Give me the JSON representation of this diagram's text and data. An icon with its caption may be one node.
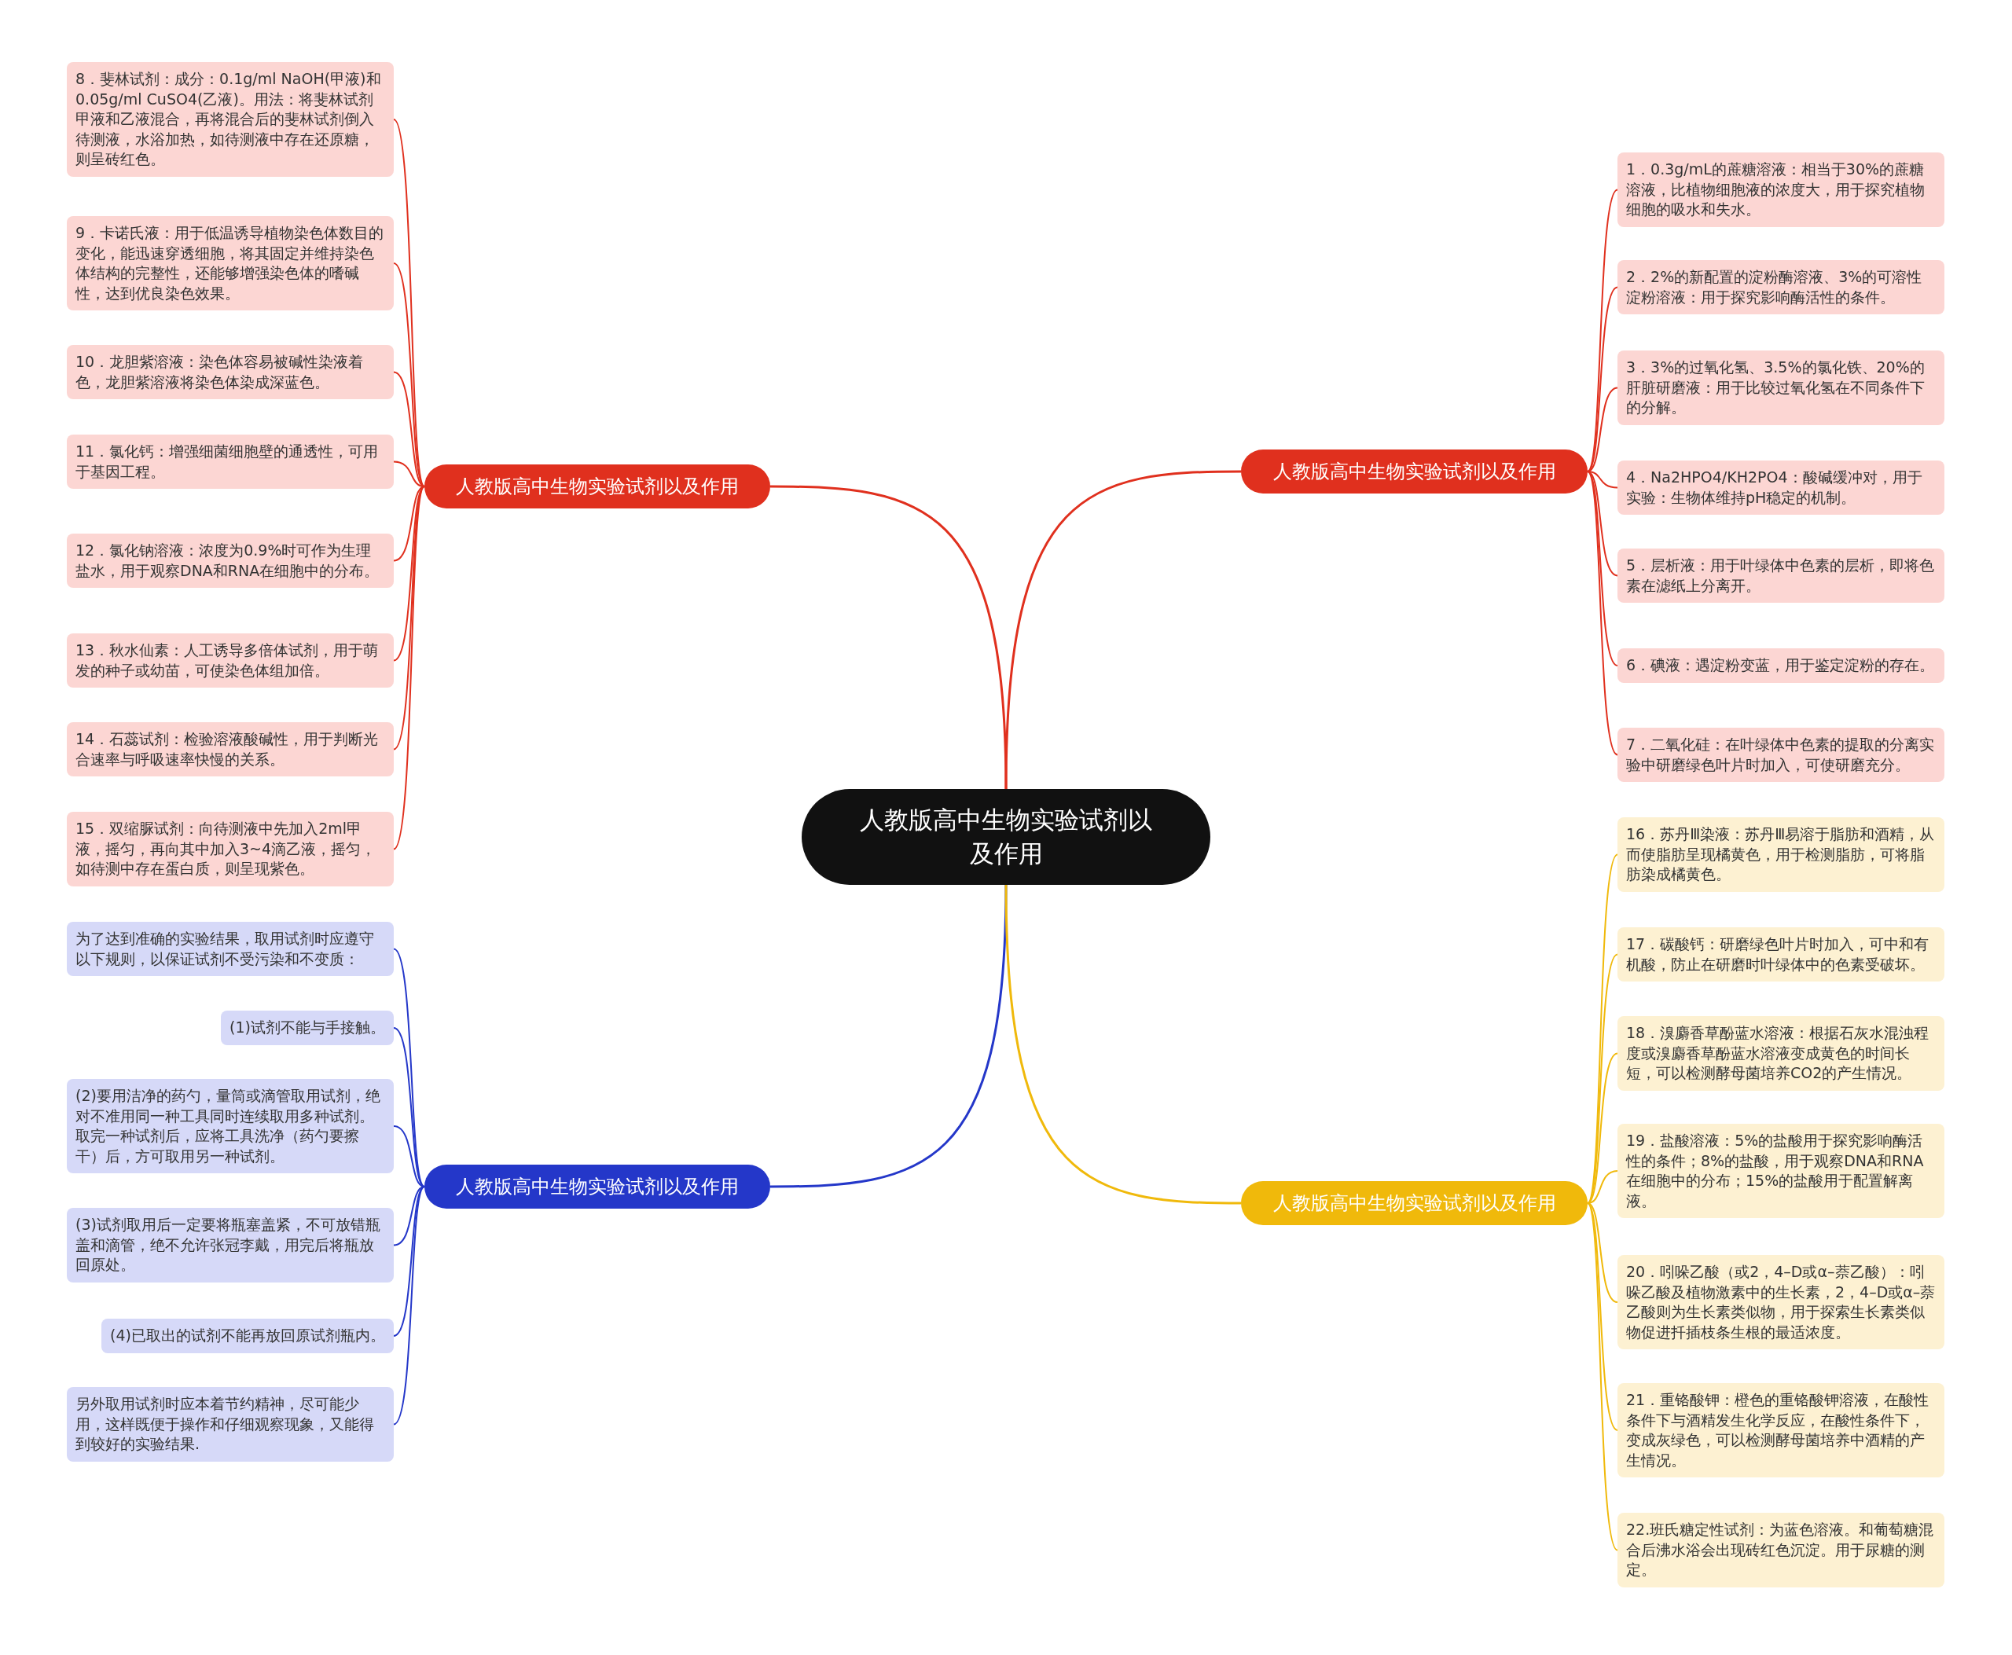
{
  "diagram": {
    "nodes": [
      {
        "text": [
          "人教版高中生物实验试剂以及作用"
        ]
      },
      {
        "text": [
          "人教版高中生物实验试剂以及作用"
        ]
      },
      {
        "text": [
          "8．斐林试剂：成分：0.1g/ml NaOH(甲液)和0.05g/ml CuSO4(乙液)。用法：将斐林试剂甲液和乙液混合，再将混合后的斐林试剂倒入待测液，水浴加热，如待测液中存在还原糖，则呈砖红色。"
        ]
      },
      {
        "text": [
          "9．卡诺氏液：用于低温诱导植物染色体数目的变化，能迅速穿透细胞，将其固定并维持染色体结构的完整性，还能够增强染色体的嗜碱性，达到优良染色效果。"
        ]
      },
      {
        "text": [
          "10．龙胆紫溶液：染色体容易被碱性染液着色，龙胆紫溶液将染色体染成深蓝色。"
        ]
      },
      {
        "text": [
          "11．氯化钙：增强细菌细胞壁的通透性，可用于基因工程。"
        ]
      },
      {
        "text": [
          "12．氯化钠溶液：浓度为0.9%时可作为生理盐水，用于观察DNA和RNA在细胞中的分布。"
        ]
      },
      {
        "text": [
          "13．秋水仙素：人工诱导多倍体试剂，用于萌发的种子或幼苗，可使染色体组加倍。"
        ]
      },
      {
        "text": [
          "14．石蕊试剂：检验溶液酸碱性，用于判断光合速率与呼吸速率快慢的关系。"
        ]
      },
      {
        "text": [
          "15．双缩脲试剂：向待测液中先加入2ml甲液，摇匀，再向其中加入3~4滴乙液，摇匀，如待测中存在蛋白质，则呈现紫色。"
        ]
      },
      {
        "text": [
          "人教版高中生物实验试剂以及作用"
        ]
      },
      {
        "text": [
          "1．0.3g/mL的蔗糖溶液：相当于30%的蔗糖溶液，比植物细胞液的浓度大，用于探究植物细胞的吸水和失水。"
        ]
      },
      {
        "text": [
          "2．2%的新配置的淀粉酶溶液、3%的可溶性淀粉溶液：用于探究影响酶活性的条件。"
        ]
      },
      {
        "text": [
          "3．3%的过氧化氢、3.5%的氯化铁、20%的肝脏研磨液：用于比较过氧化氢在不同条件下的分解。"
        ]
      },
      {
        "text": [
          "4．Na2HPO4/KH2PO4：酸碱缓冲对，用于实验：生物体维持pH稳定的机制。"
        ]
      },
      {
        "text": [
          "5．层析液：用于叶绿体中色素的层析，即将色素在滤纸上分离开。"
        ]
      },
      {
        "text": [
          "6．碘液：遇淀粉变蓝，用于鉴定淀粉的存在。"
        ]
      },
      {
        "text": [
          "7．二氧化硅：在叶绿体中色素的提取的分离实验中研磨绿色叶片时加入，可使研磨充分。"
        ]
      },
      {
        "text": [
          "人教版高中生物实验试剂以及作用"
        ]
      },
      {
        "text": [
          "为了达到准确的实验结果，取用试剂时应遵守以下规则，以保证试剂不受污染和不变质："
        ]
      },
      {
        "text": [
          "(1)试剂不能与手接触。"
        ]
      },
      {
        "text": [
          "(2)要用洁净的药勺，量筒或滴管取用试剂，绝对不准用同一种工具同时连续取用多种试剂。取完一种试剂后，应将工具洗净（药勺要擦干）后，方可取用另一种试剂。"
        ]
      },
      {
        "text": [
          "(3)试剂取用后一定要将瓶塞盖紧，不可放错瓶盖和滴管，绝不允许张冠李戴，用完后将瓶放回原处。"
        ]
      },
      {
        "text": [
          "(4)已取出的试剂不能再放回原试剂瓶内。"
        ]
      },
      {
        "text": [
          "另外取用试剂时应本着节约精神，尽可能少用，这样既便于操作和仔细观察现象，又能得到较好的实验结果."
        ]
      },
      {
        "text": [
          "人教版高中生物实验试剂以及作用"
        ]
      },
      {
        "text": [
          "16．苏丹Ⅲ染液：苏丹Ⅲ易溶于脂肪和酒精，从而使脂肪呈现橘黄色，用于检测脂肪，可将脂肪染成橘黄色。"
        ]
      },
      {
        "text": [
          "17．碳酸钙：研磨绿色叶片时加入，可中和有机酸，防止在研磨时叶绿体中的色素受破坏。"
        ]
      },
      {
        "text": [
          "18．溴麝香草酚蓝水溶液：根据石灰水混浊程度或溴麝香草酚蓝水溶液变成黄色的时间长短，可以检测酵母菌培养CO2的产生情况。"
        ]
      },
      {
        "text": [
          "19．盐酸溶液：5%的盐酸用于探究影响酶活性的条件；8%的盐酸，用于观察DNA和RNA在细胞中的分布；15%的盐酸用于配置解离液。"
        ]
      },
      {
        "text": [
          "20．吲哚乙酸（或2，4–D或α–萘乙酸）：吲哚乙酸及植物激素中的生长素，2，4–D或α–萘乙酸则为生长素类似物，用于探索生长素类似物促进扦插枝条生根的最适浓度。"
        ]
      },
      {
        "text": [
          "21．重铬酸钾：橙色的重铬酸钾溶液，在酸性条件下与酒精发生化学反应，在酸性条件下，变成灰绿色，可以检测酵母菌培养中酒精的产生情况。"
        ]
      },
      {
        "text": [
          "22.班氏糖定性试剂：为蓝色溶液。和葡萄糖混合后沸水浴会出现砖红色沉淀。用于尿糖的测定。"
        ]
      }
    ],
    "edges": [
      {
        "from": 0,
        "to": 1,
        "arrow": "none"
      },
      {
        "from": 0,
        "to": 10,
        "arrow": "none"
      },
      {
        "from": 0,
        "to": 18,
        "arrow": "none",
        "color": "#2437c9"
      },
      {
        "from": 0,
        "to": 25,
        "arrow": "none",
        "color": "#f0b90b"
      },
      {
        "from": 1,
        "to": 2,
        "arrow": "none"
      },
      {
        "from": 1,
        "to": 3,
        "arrow": "none"
      },
      {
        "from": 1,
        "to": 4,
        "arrow": "none"
      },
      {
        "from": 1,
        "to": 5,
        "arrow": "none"
      },
      {
        "from": 1,
        "to": 6,
        "arrow": "none"
      },
      {
        "from": 1,
        "to": 7,
        "arrow": "none"
      },
      {
        "from": 1,
        "to": 8,
        "arrow": "none"
      },
      {
        "from": 1,
        "to": 9,
        "arrow": "none"
      },
      {
        "from": 10,
        "to": 11,
        "arrow": "none"
      },
      {
        "from": 10,
        "to": 12,
        "arrow": "none"
      },
      {
        "from": 10,
        "to": 13,
        "arrow": "none"
      },
      {
        "from": 10,
        "to": 14,
        "arrow": "none"
      },
      {
        "from": 10,
        "to": 15,
        "arrow": "none"
      },
      {
        "from": 10,
        "to": 16,
        "arrow": "none"
      },
      {
        "from": 10,
        "to": 17,
        "arrow": "none"
      },
      {
        "from": 18,
        "to": 19,
        "arrow": "none",
        "color": "#2437c9"
      },
      {
        "from": 18,
        "to": 20,
        "arrow": "none",
        "color": "#2437c9"
      },
      {
        "from": 18,
        "to": 21,
        "arrow": "none",
        "color": "#2437c9"
      },
      {
        "from": 18,
        "to": 22,
        "arrow": "none",
        "color": "#2437c9"
      },
      {
        "from": 18,
        "to": 23,
        "arrow": "none",
        "color": "#2437c9"
      },
      {
        "from": 18,
        "to": 24,
        "arrow": "none",
        "color": "#2437c9"
      },
      {
        "from": 25,
        "to": 26,
        "arrow": "none",
        "color": "#f0b90b"
      },
      {
        "from": 25,
        "to": 27,
        "arrow": "none",
        "color": "#f0b90b"
      },
      {
        "from": 25,
        "to": 28,
        "arrow": "none",
        "color": "#f0b90b"
      },
      {
        "from": 25,
        "to": 29,
        "arrow": "none",
        "color": "#f0b90b"
      },
      {
        "from": 25,
        "to": 30,
        "arrow": "none",
        "color": "#f0b90b"
      },
      {
        "from": 25,
        "to": 31,
        "arrow": "none",
        "color": "#f0b90b"
      },
      {
        "from": 25,
        "to": 32,
        "arrow": "none",
        "color": "#f0b90b"
      }
    ]
  }
}
